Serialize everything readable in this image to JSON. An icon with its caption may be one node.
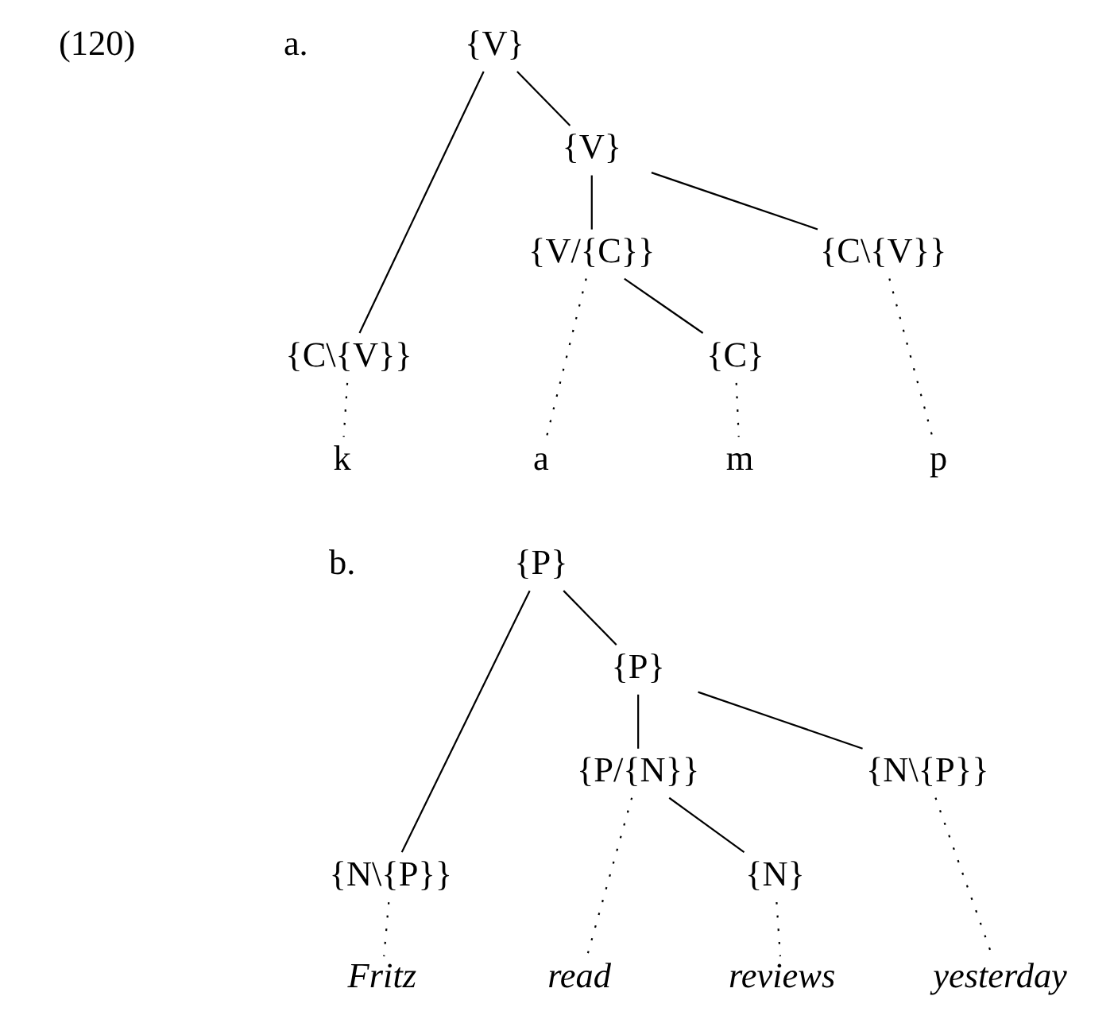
{
  "diagram": {
    "nodes": [
      {
        "text": [
          "{V}"
        ]
      },
      {
        "text": [
          "{C\\{V}}"
        ]
      },
      {
        "text": [
          "{V}"
        ]
      },
      {
        "text": [
          "{V/{C}}"
        ]
      },
      {
        "text": [
          "{C\\{V}}"
        ]
      },
      {
        "text": [
          "{C}"
        ]
      },
      {
        "text": [
          "k"
        ]
      },
      {
        "text": [
          "a"
        ]
      },
      {
        "text": [
          "m"
        ]
      },
      {
        "text": [
          "p"
        ]
      },
      {
        "text": [
          "{P}"
        ]
      },
      {
        "text": [
          "{N\\{P}}"
        ]
      },
      {
        "text": [
          "{P}"
        ]
      },
      {
        "text": [
          "{P/{N}}"
        ]
      },
      {
        "text": [
          "{N\\{P}}"
        ]
      },
      {
        "text": [
          "{N}"
        ]
      },
      {
        "text": [
          "Fritz"
        ]
      },
      {
        "text": [
          "read"
        ]
      },
      {
        "text": [
          "reviews"
        ]
      },
      {
        "text": [
          "yesterday"
        ]
      }
    ],
    "edges": [
      {
        "from": 0,
        "to": 1,
        "arrow": "none"
      },
      {
        "from": 0,
        "to": 2,
        "arrow": "none"
      },
      {
        "from": 2,
        "to": 3,
        "arrow": "none"
      },
      {
        "from": 2,
        "to": 4,
        "arrow": "none"
      },
      {
        "from": 3,
        "to": 5,
        "arrow": "none"
      },
      {
        "from": 1,
        "to": 6,
        "arrow": "none",
        "style": "dashed"
      },
      {
        "from": 3,
        "to": 7,
        "arrow": "none",
        "style": "dashed"
      },
      {
        "from": 5,
        "to": 8,
        "arrow": "none",
        "style": "dashed"
      },
      {
        "from": 4,
        "to": 9,
        "arrow": "none",
        "style": "dashed"
      },
      {
        "from": 10,
        "to": 11,
        "arrow": "none"
      },
      {
        "from": 10,
        "to": 12,
        "arrow": "none"
      },
      {
        "from": 12,
        "to": 13,
        "arrow": "none"
      },
      {
        "from": 12,
        "to": 14,
        "arrow": "none"
      },
      {
        "from": 13,
        "to": 15,
        "arrow": "none"
      },
      {
        "from": 11,
        "to": 16,
        "arrow": "none",
        "style": "dashed"
      },
      {
        "from": 13,
        "to": 17,
        "arrow": "none",
        "style": "dashed"
      },
      {
        "from": 15,
        "to": 18,
        "arrow": "none",
        "style": "dashed"
      },
      {
        "from": 14,
        "to": 19,
        "arrow": "none",
        "style": "dashed"
      }
    ],
    "labels": [
      "(120)",
      "a.",
      "b."
    ]
  }
}
